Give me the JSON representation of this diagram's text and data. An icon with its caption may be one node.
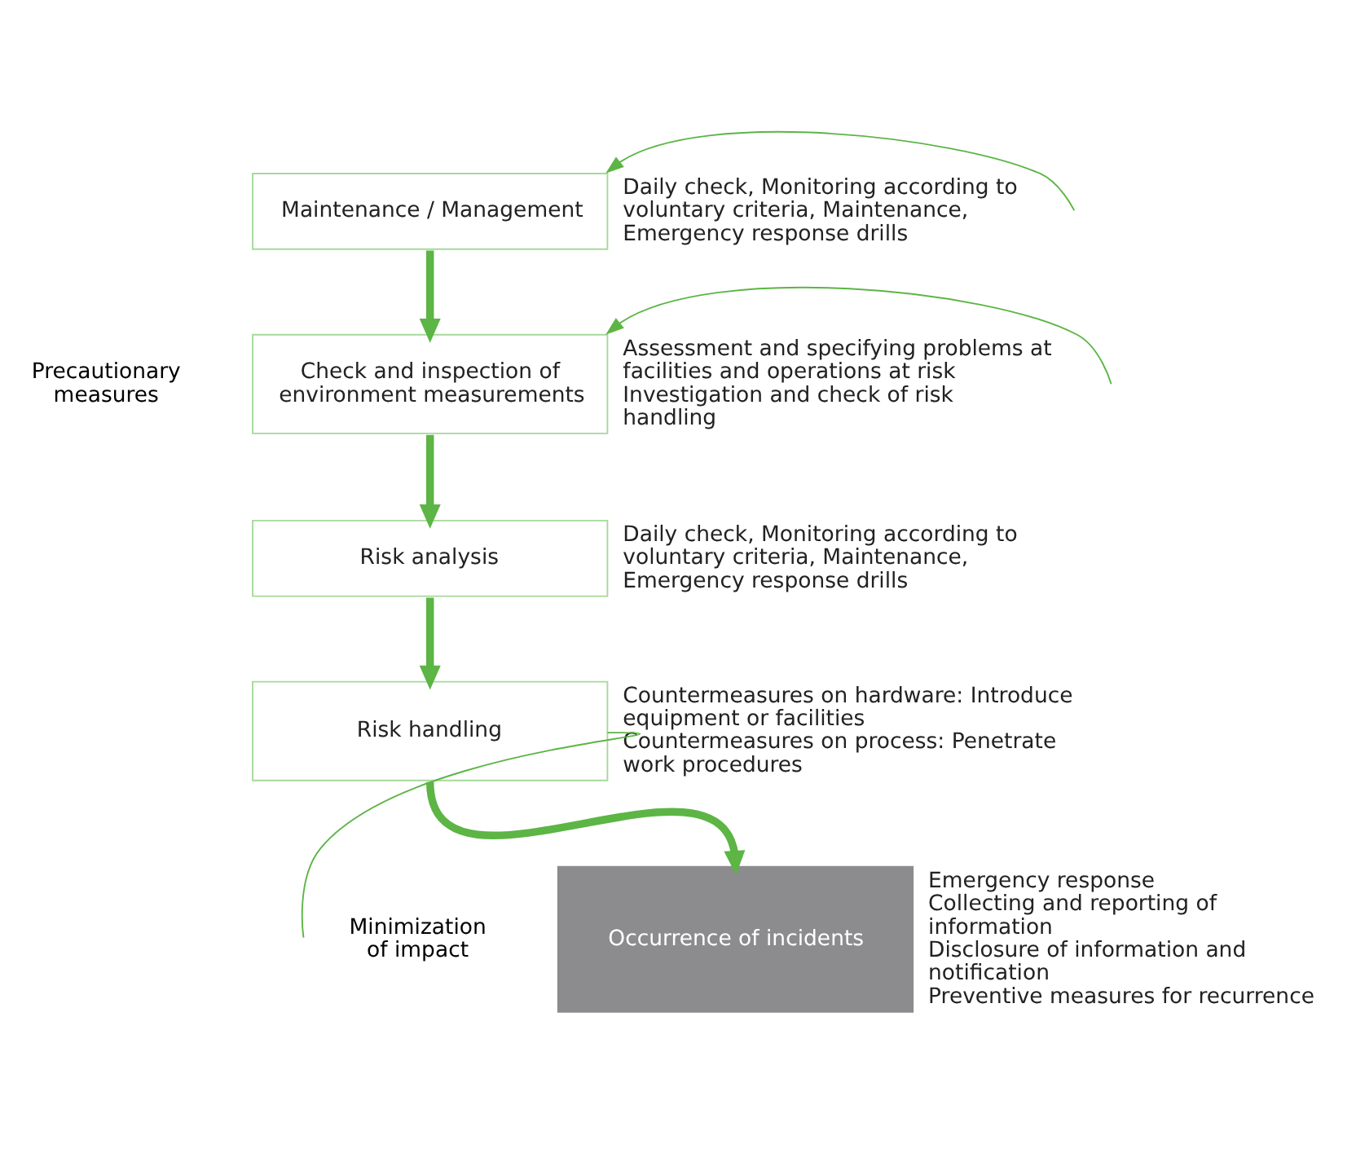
{
  "diagram": {
    "nodes": [
      {
        "text": [
          "Maintenance / Management"
        ],
        "beside": [
          "Daily check, Monitoring according to voluntary criteria, Maintenance, Emergency response drills"
        ]
      },
      {
        "text": [
          "Check and inspection of environment measurements"
        ],
        "beside": [
          "Assessment and specifying problems at facilities and operations at risk",
          "Investigation and check of risk handling"
        ]
      },
      {
        "text": [
          "Risk analysis"
        ],
        "beside": [
          "Daily check, Monitoring according to voluntary criteria, Maintenance, Emergency response drills"
        ]
      },
      {
        "text": [
          "Risk handling"
        ],
        "beside": [
          "Countermeasures on hardware: Introduce equipment or facilities",
          "Countermeasures on process: Penetrate work procedures"
        ]
      },
      {
        "text": [
          "Occurrence of incidents"
        ],
        "beside": [
          "Emergency response",
          "Collecting and reporting of information",
          "Disclosure of information and notification",
          "Preventive measures for recurrence"
        ]
      }
    ],
    "edges": [
      {
        "from": 0,
        "to": 1,
        "arrow": "to"
      },
      {
        "from": 1,
        "to": 2,
        "arrow": "to"
      },
      {
        "from": 2,
        "to": 3,
        "arrow": "to"
      },
      {
        "from": 3,
        "to": 4,
        "arrow": "to"
      },
      {
        "from": null,
        "to": 0,
        "arrow": "to"
      },
      {
        "from": null,
        "to": 1,
        "arrow": "to"
      },
      {
        "from": 3,
        "to": null,
        "arrow": "none"
      }
    ],
    "labels": [
      "Precautionary measures",
      "Minimization of impact"
    ]
  }
}
